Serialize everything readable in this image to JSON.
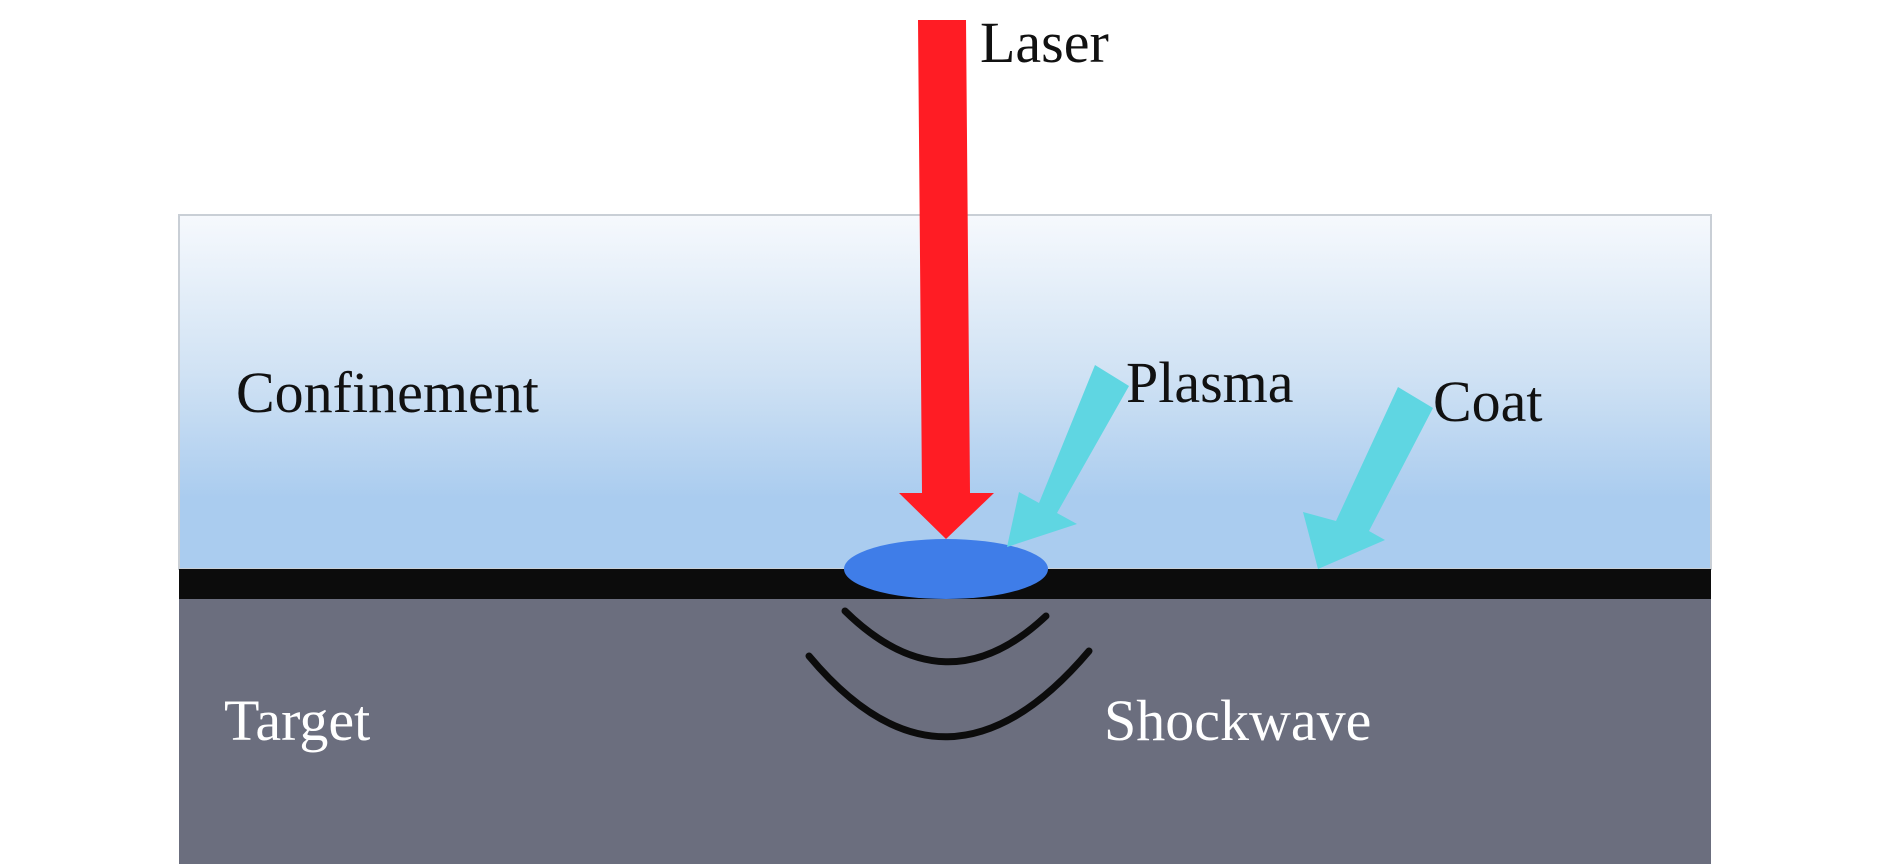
{
  "labels": {
    "laser": "Laser",
    "confinement": "Confinement",
    "plasma": "Plasma",
    "coat": "Coat",
    "target": "Target",
    "shockwave": "Shockwave"
  },
  "colors": {
    "laser": "#ff1c24",
    "plasma": "#3f7de8",
    "pointer_arrows": "#5fd6e2",
    "coat": "#0c0c0c",
    "target": "#6b6e7e",
    "confinement_top": "#f6f9fd",
    "confinement_bottom": "#aaccef",
    "shockwave": "#0c0c0c"
  }
}
